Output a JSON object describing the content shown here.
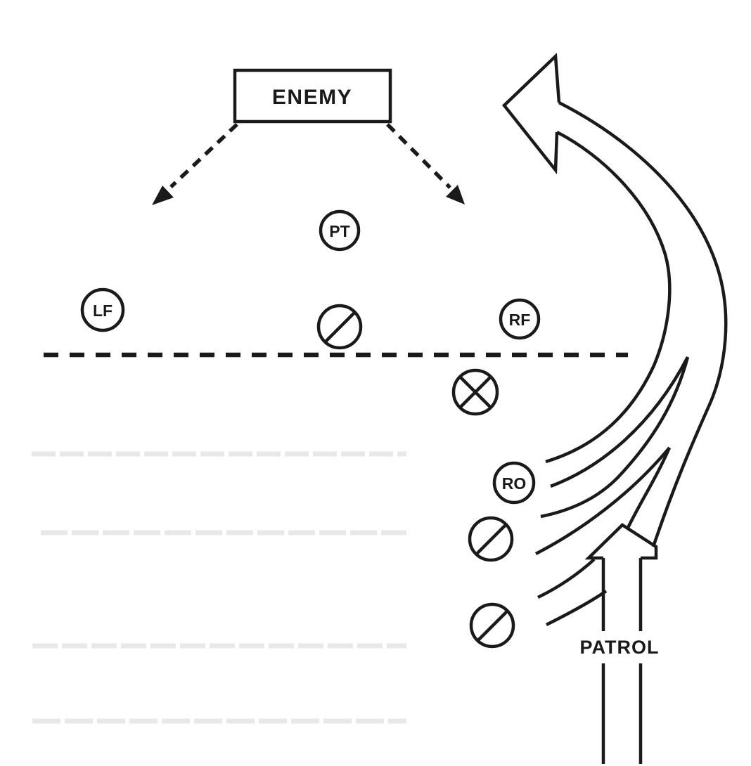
{
  "enemy": {
    "label": "ENEMY"
  },
  "patrol": {
    "label": "PATROL"
  },
  "positions": {
    "pt": "PT",
    "lf": "LF",
    "rf": "RF",
    "ro": "RO"
  },
  "symbols": {
    "slashed_circle_count": 3,
    "crossed_circle_count": 1
  },
  "colors": {
    "ink": "#1a1a1a",
    "faint_line": "#e8e8e8",
    "background": "#ffffff"
  }
}
